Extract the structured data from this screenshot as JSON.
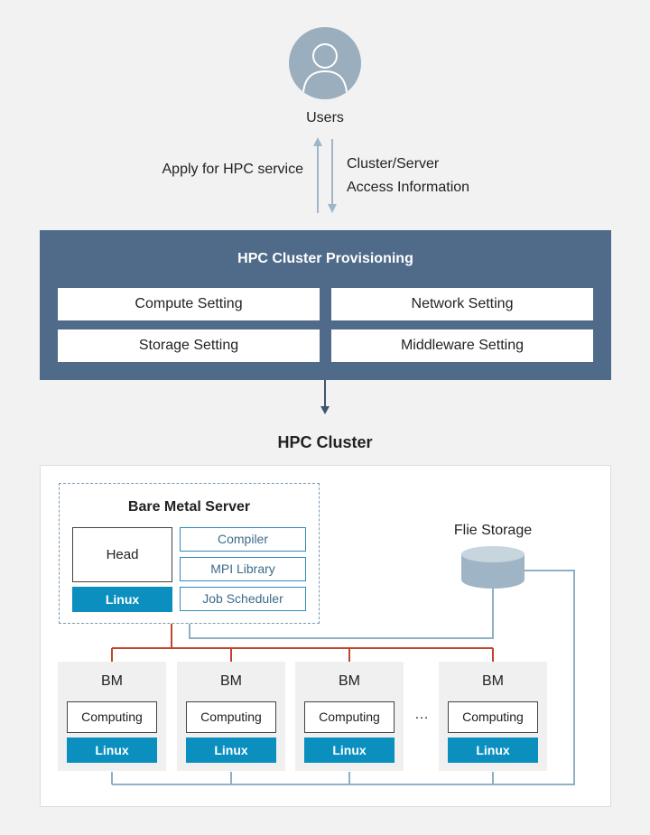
{
  "users": {
    "label": "Users",
    "icon": "user-avatar-icon"
  },
  "arrows": {
    "up_label": "Apply for HPC service",
    "down_label_line1": "Cluster/Server",
    "down_label_line2": "Access Information"
  },
  "provisioning": {
    "title": "HPC Cluster Provisioning",
    "settings": [
      "Compute Setting",
      "Network Setting",
      "Storage Setting",
      "Middleware Setting"
    ]
  },
  "cluster": {
    "title": "HPC Cluster",
    "bare_metal": {
      "title": "Bare Metal Server",
      "head": "Head",
      "os": "Linux",
      "middleware": [
        "Compiler",
        "MPI Library",
        "Job Scheduler"
      ]
    },
    "storage": {
      "label": "Flie Storage"
    },
    "nodes": [
      {
        "label": "BM",
        "role": "Computing",
        "os": "Linux"
      },
      {
        "label": "BM",
        "role": "Computing",
        "os": "Linux"
      },
      {
        "label": "BM",
        "role": "Computing",
        "os": "Linux"
      },
      {
        "label": "BM",
        "role": "Computing",
        "os": "Linux"
      }
    ],
    "ellipsis": "…"
  },
  "colors": {
    "provisioning_bg": "#4f6b89",
    "linux_badge": "#0a8fbf",
    "network_red": "#c0462a",
    "storage_line": "#8fb0c4"
  }
}
